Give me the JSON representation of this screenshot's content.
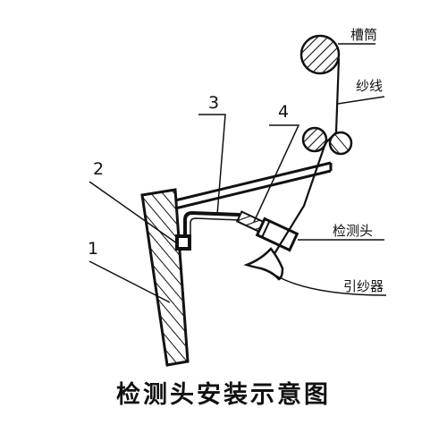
{
  "caption": "检测头安装示意图",
  "labels": {
    "drum": "槽筒",
    "yarn": "纱线",
    "detector": "检测头",
    "guide": "引纱器"
  },
  "numbers": [
    "1",
    "2",
    "3",
    "4"
  ],
  "colors": {
    "ink": "#111111",
    "paper": "#ffffff"
  }
}
